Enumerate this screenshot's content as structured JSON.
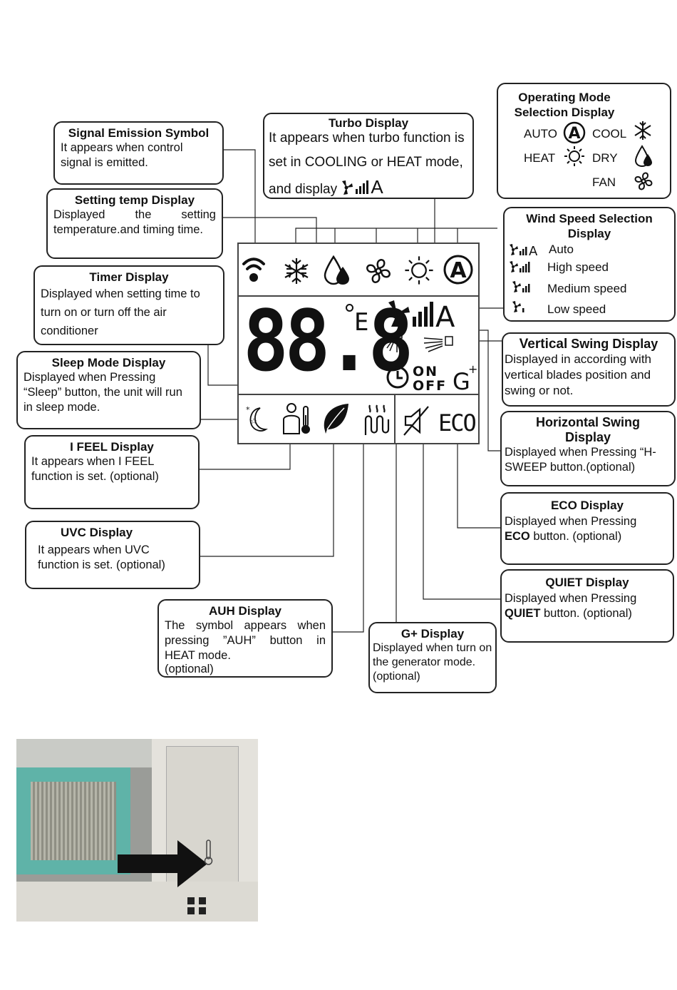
{
  "signal": {
    "title": "Signal Emission Symbol",
    "body": "It appears when control signal is emitted."
  },
  "setting_temp": {
    "title": "Setting temp Display",
    "body": "Displayed the setting temperature.and timing time."
  },
  "timer": {
    "title": "Timer Display",
    "body": "Displayed when setting time to turn on or turn off the air conditioner"
  },
  "sleep": {
    "title": "Sleep Mode Display",
    "body": "Displayed when Pressing “Sleep” button, the unit will run in sleep mode."
  },
  "ifeel": {
    "title": "I FEEL Display",
    "body": "It appears when I FEEL function is set.",
    "optional": "(optional)"
  },
  "uvc": {
    "title": "UVC Display",
    "body": "It appears when UVC function is set. (optional)"
  },
  "auh": {
    "title": "AUH Display",
    "body": "The symbol appears when pressing ”AUH” button in HEAT mode.",
    "optional": "(optional)"
  },
  "gplus": {
    "title": "G+ Display",
    "body": "Displayed when turn on the generator mode.(optional)"
  },
  "turbo": {
    "title": "Turbo Display",
    "body": "It appears when turbo function is set in COOLING or HEAT mode, and display"
  },
  "operating_mode": {
    "title": "Operating Mode Selection Display",
    "modes": {
      "auto": "AUTO",
      "cool": "COOL",
      "heat": "HEAT",
      "dry": "DRY",
      "fan": "FAN"
    }
  },
  "wind_speed": {
    "title": "Wind Speed Selection Display",
    "levels": [
      "Auto",
      "High speed",
      "Medium speed",
      "Low speed"
    ]
  },
  "vertical_swing": {
    "title_bold": "Vertical",
    "title_rest": " Swing Display",
    "body": "Displayed in according with vertical blades position and swing or not."
  },
  "horizontal_swing": {
    "title": "Horizontal Swing Display",
    "body": "Displayed when Pressing “H-SWEEP button.(optional)"
  },
  "eco": {
    "title": "ECO Display",
    "body_pre": "Displayed when Pressing",
    "key": "ECO",
    "body_post": " button.",
    "optional": "(optional)"
  },
  "quiet": {
    "title": "QUIET Display",
    "body_pre": "Displayed when Pressing",
    "key": "QUIET",
    "body_post": " button.",
    "optional": "(optional)"
  },
  "lcd": {
    "digits": "88.8",
    "unit": "E",
    "on": "ON",
    "off": "OFF",
    "gplus": "G",
    "plus": "+",
    "eco": "ECO",
    "turbo_a": "A",
    "mode_a": "A"
  },
  "colors": {
    "line": "#222222",
    "photo_bg": "#8a8f8c",
    "filter": "#5fb3a8",
    "unit_body": "#e9e7e0"
  }
}
